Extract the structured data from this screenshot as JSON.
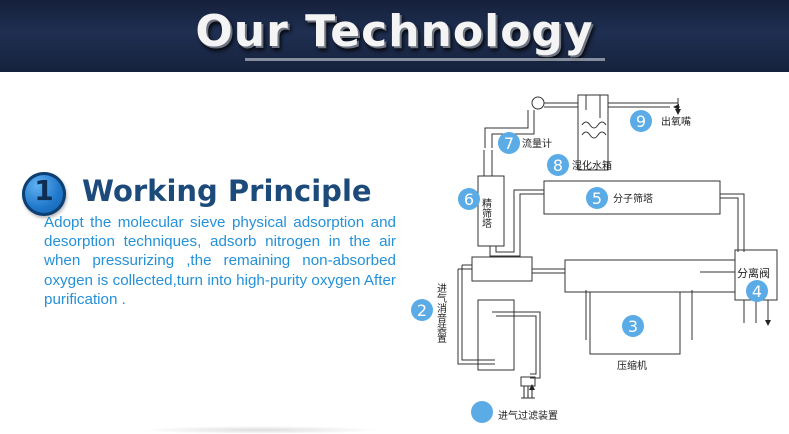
{
  "banner": {
    "title": "Our Technology"
  },
  "section": {
    "number": "1",
    "title": "Working Principle",
    "description": "Adopt the molecular sieve physical adsorption and desorption techniques, adsorb nitrogen in the air when pressurizing ,the remaining non-absorbed oxygen is collected,turn into high-purity oxygen After purification ."
  },
  "diagram": {
    "badges": [
      {
        "number": "2",
        "label": "进气消音装置"
      },
      {
        "number": "3",
        "label": "压缩机"
      },
      {
        "number": "4",
        "label": "分离阀"
      },
      {
        "number": "5",
        "label": "分子筛塔"
      },
      {
        "number": "6",
        "label": "精筛塔"
      },
      {
        "number": "7",
        "label": "流量计"
      },
      {
        "number": "8",
        "label": "湿化水箱"
      },
      {
        "number": "9",
        "label": "出氧嘴"
      }
    ],
    "intake_filter_label": "进气过滤装置",
    "colors": {
      "badge": "#5aabe6",
      "line": "#333333"
    }
  }
}
